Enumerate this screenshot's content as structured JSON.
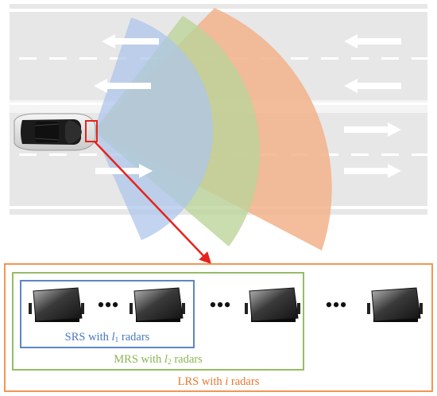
{
  "labels": {
    "srs": {
      "prefix": "SRS with ",
      "var": "l",
      "sub": "1",
      "suffix": " radars"
    },
    "mrs": {
      "prefix": "MRS with ",
      "var": "l",
      "sub": "2",
      "suffix": " radars"
    },
    "lrs": {
      "prefix": "LRS with ",
      "var": "i",
      "suffix": " radars"
    }
  },
  "ellipsis": [
    "•••",
    "•••",
    "•••"
  ],
  "colors": {
    "road": "#e7e7e7",
    "lane_marking": "#ffffff",
    "edge_band": "#f4f4f4",
    "arrow": "#ffffff",
    "beam_srs": "#aec6ea",
    "beam_mrs": "#bcd49a",
    "beam_lrs": "#f2b28a",
    "box_srs": "#4a78c2",
    "box_mrs": "#8bb554",
    "box_lrs": "#f08a42",
    "pointer": "#e8221e",
    "text_srs": "#4a78c2",
    "text_mrs": "#8bb554",
    "text_lrs": "#e8762e"
  },
  "icons": [
    "car-icon",
    "radar-sensor-icon",
    "arrow-left-icon",
    "arrow-right-icon"
  ]
}
